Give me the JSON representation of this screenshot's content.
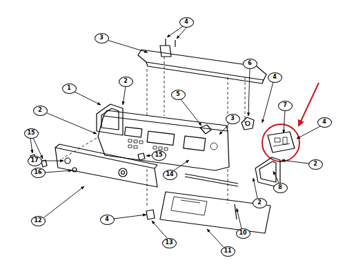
{
  "diagram": {
    "labels": [
      "4",
      "3",
      "6",
      "4",
      "2",
      "1",
      "5",
      "7",
      "2",
      "3",
      "4",
      "15",
      "15",
      "17",
      "16",
      "14",
      "2",
      "8",
      "2",
      "12",
      "4",
      "10",
      "13",
      "11"
    ]
  }
}
